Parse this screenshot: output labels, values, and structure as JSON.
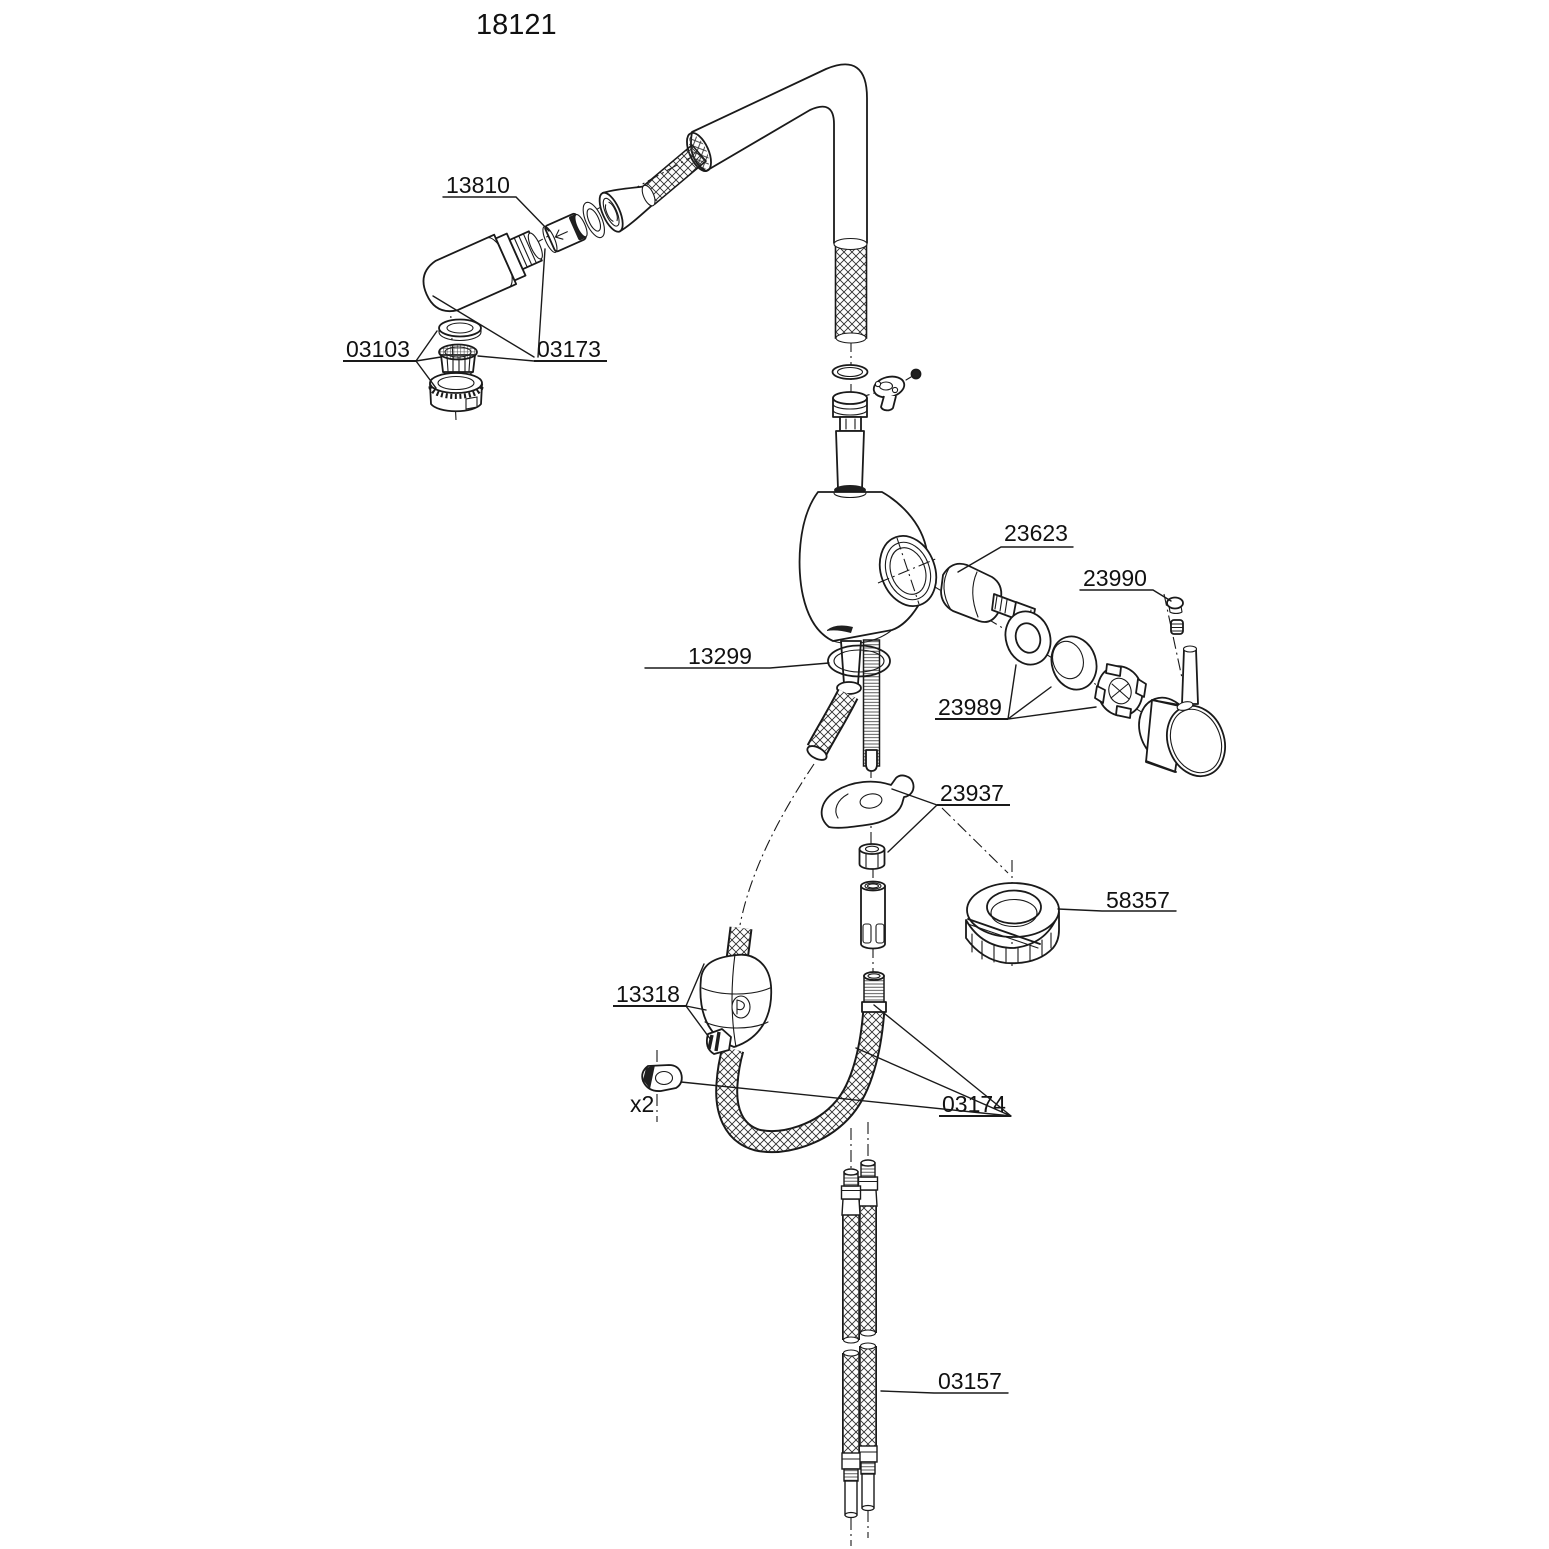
{
  "page": {
    "background": "#ffffff",
    "line_color": "#1a1a1a"
  },
  "title": "18121",
  "labels": {
    "p13810": "13810",
    "p03103": "03103",
    "p03173": "03173",
    "p23623": "23623",
    "p23990": "23990",
    "p13299": "13299",
    "p23989": "23989",
    "p23937": "23937",
    "p58357": "58357",
    "p13318": "13318",
    "p03174": "03174",
    "p03157": "03157",
    "quantity_x2": "x2"
  }
}
